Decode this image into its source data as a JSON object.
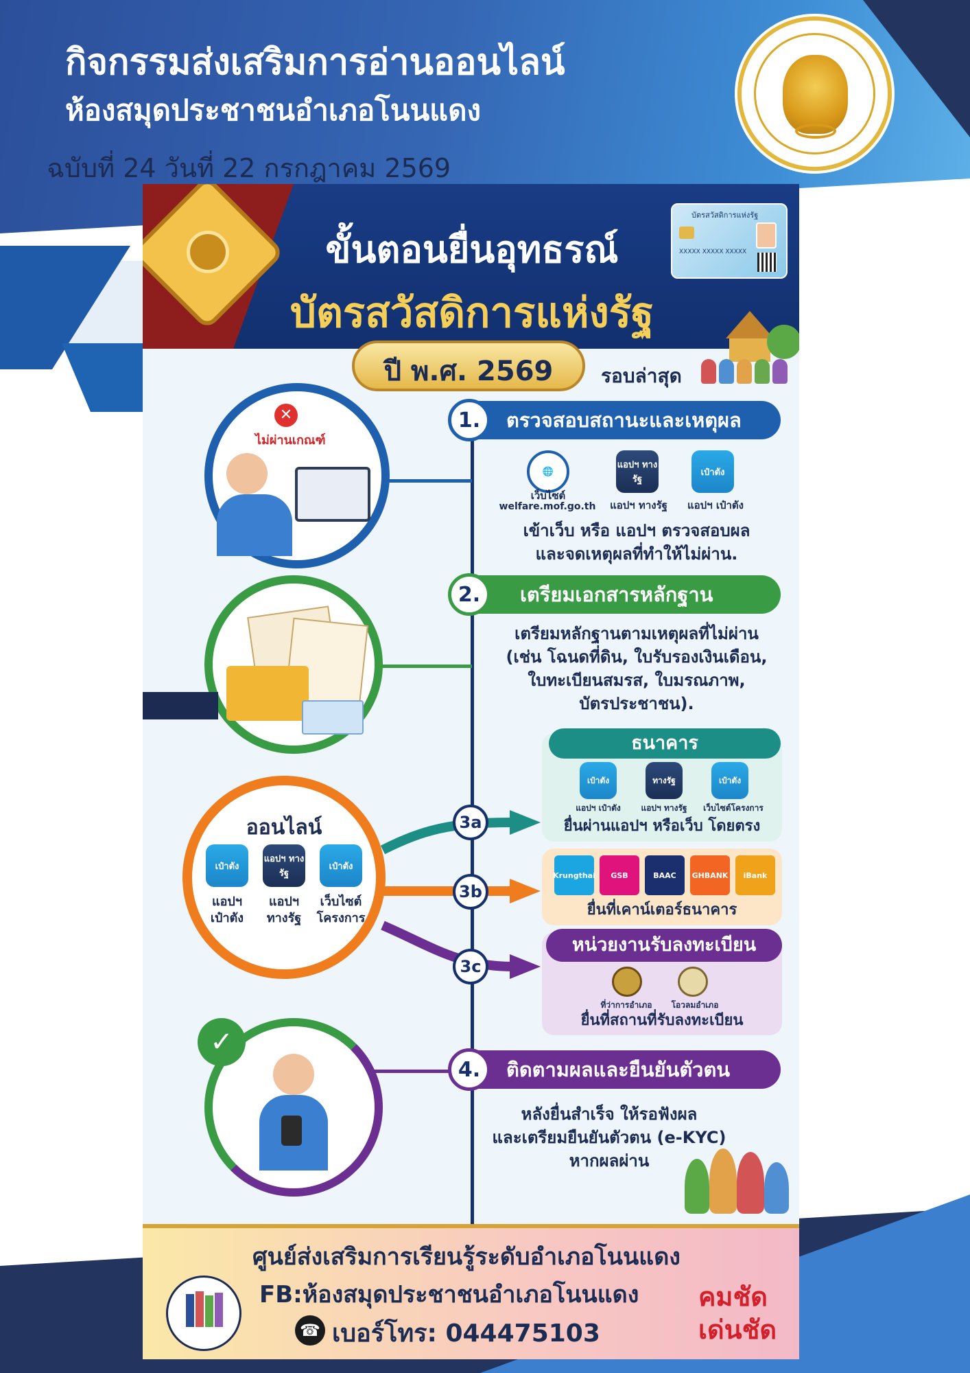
{
  "header": {
    "title": "กิจกรรมส่งเสริมการอ่านออนไลน์",
    "subtitle": "ห้องสมุดประชาชนอำเภอโนนแดง",
    "issue": "ฉบับที่ 24 วันที่ 22 กรกฎาคม 2569"
  },
  "poster": {
    "title_line1": "ขั้นตอนยื่นอุทธรณ์",
    "title_line2": "บัตรสวัสดิการแห่งรัฐ",
    "year_badge": "ปี พ.ศ. 2569",
    "latest": "รอบล่าสุด",
    "card": {
      "title": "บัตรสวัสดิการแห่งรัฐ",
      "number": "XXXXX XXXXX XXXXX"
    },
    "step1": {
      "number": "1.",
      "title": "ตรวจสอบสถานะและเหตุผล",
      "fail_label": "ไม่ผ่านเกณฑ์",
      "apps": [
        {
          "icon": "globe-icon",
          "caption_line1": "เว็บไซต์",
          "caption_line2": "welfare.mof.go.th"
        },
        {
          "icon": "app-thang-rat-icon",
          "caption_line1": "แอปฯ ทางรัฐ",
          "icon_text": "แอปฯ ทางรัฐ"
        },
        {
          "icon": "app-pao-tang-icon",
          "caption_line1": "แอปฯ เป๋าตัง",
          "icon_text": "เป๋าตัง"
        }
      ],
      "body_line1": "เข้าเว็บ หรือ แอปฯ ตรวจสอบผล",
      "body_line2": "และจดเหตุผลที่ทำให้ไม่ผ่าน."
    },
    "step2": {
      "number": "2.",
      "title": "เตรียมเอกสารหลักฐาน",
      "body_line1": "เตรียมหลักฐานตามเหตุผลที่ไม่ผ่าน",
      "body_line2": "(เช่น โฉนดที่ดิน, ใบรับรองเงินเดือน,",
      "body_line3": "ใบทะเบียนสมรส, ใบมรณภาพ,",
      "body_line4": "บัตรประชาชน)."
    },
    "online": {
      "title": "ออนไลน์",
      "apps": [
        {
          "icon_text": "เป๋าตัง",
          "caption_line1": "แอปฯ",
          "caption_line2": "เป๋าตัง"
        },
        {
          "icon_text": "แอปฯ ทางรัฐ",
          "caption_line1": "แอปฯ",
          "caption_line2": "ทางรัฐ"
        },
        {
          "icon_text": "เป๋าตัง",
          "caption_line1": "เว็บไซต์",
          "caption_line2": "โครงการ"
        }
      ]
    },
    "step3a": {
      "node": "3a",
      "title": "ธนาคาร",
      "apps": [
        {
          "icon_text": "เป๋าตัง",
          "caption": "แอปฯ เป๋าตัง"
        },
        {
          "icon_text": "ทางรัฐ",
          "caption": "แอปฯ ทางรัฐ"
        },
        {
          "icon_text": "เป๋าตัง",
          "caption": "เว็บไซต์โครงการ"
        }
      ],
      "body": "ยื่นผ่านแอปฯ หรือเว็บ โดยตรง"
    },
    "step3b": {
      "node": "3b",
      "banks": [
        {
          "label": "Krungthai",
          "color": "#1ba5e1"
        },
        {
          "label": "GSB",
          "color": "#e0127c"
        },
        {
          "label": "BAAC",
          "color": "#1b2f6e"
        },
        {
          "label": "GHBANK",
          "color": "#f26522"
        },
        {
          "label": "iBank",
          "color": "#f0a21b"
        }
      ],
      "body": "ยื่นที่เคาน์เตอร์ธนาคาร"
    },
    "step3c": {
      "node": "3c",
      "title": "หน่วยงานรับลงทะเบียน",
      "places": [
        {
          "caption": "ที่ว่าการอำเภอ"
        },
        {
          "caption": "โอวลมอำเภอ"
        }
      ],
      "body": "ยื่นที่สถานที่รับลงทะเบียน"
    },
    "step4": {
      "number": "4.",
      "title": "ติดตามผลและยืนยันตัวตน",
      "body_line1": "หลังยื่นสำเร็จ ให้รอฟังผล",
      "body_line2": "และเตรียมยืนยันตัวตน (e-KYC)",
      "body_line3": "หากผลผ่าน"
    },
    "footer": {
      "line1": "ศูนย์ส่งเสริมการเรียนรู้ระดับอำเภอโนนแดง",
      "line2": "FB:ห้องสมุดประชาชนอำเภอโนนแดง",
      "line3": "เบอร์โทร: 044475103",
      "slogan1": "คมชัด",
      "slogan2": "เด่นชัด"
    }
  },
  "colors": {
    "header_blue": "#2c4f9a",
    "navy": "#16306b",
    "step1_blue": "#1e5fae",
    "step2_green": "#3a9b45",
    "online_orange": "#ef7d1e",
    "step3a_teal": "#1d8e86",
    "step4_purple": "#6a2f90",
    "gold": "#f6cf59"
  }
}
